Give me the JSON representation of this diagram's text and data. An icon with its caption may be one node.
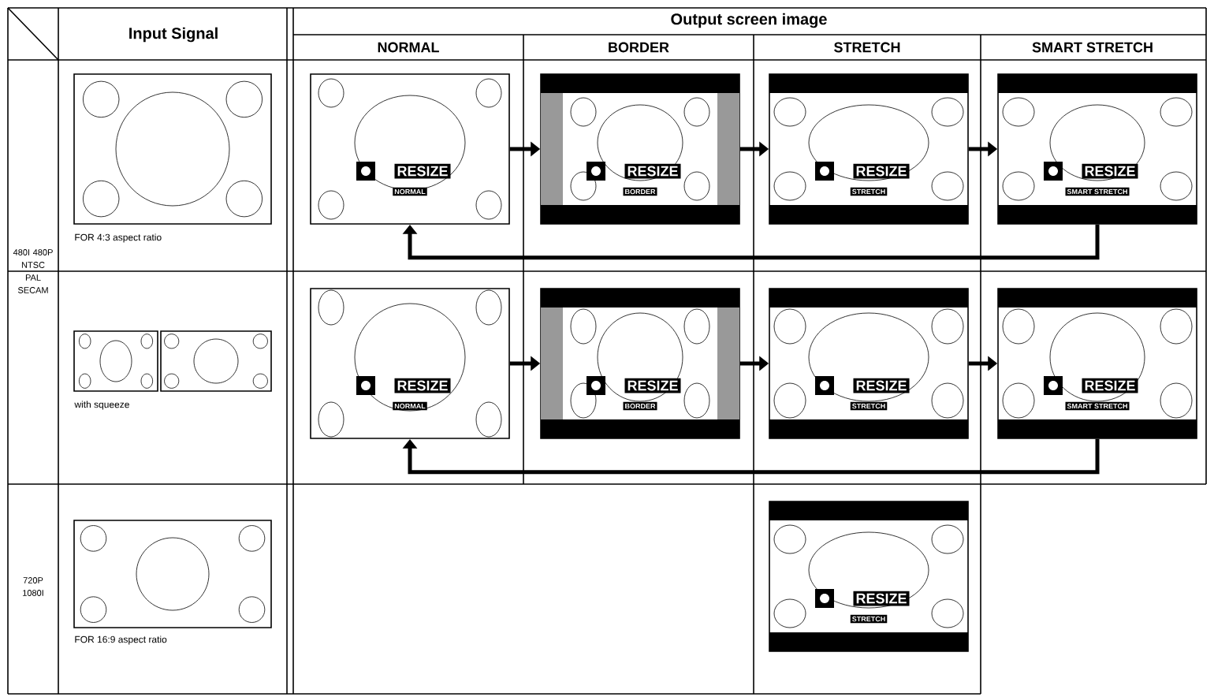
{
  "diagram": {
    "nodes": [
      {
        "text": [
          "RESIZE",
          "NORMAL"
        ]
      },
      {
        "text": [
          "RESIZE",
          "BORDER"
        ]
      },
      {
        "text": [
          "RESIZE",
          "STRETCH"
        ]
      },
      {
        "text": [
          "RESIZE",
          "SMART STRETCH"
        ]
      },
      {
        "text": [
          "RESIZE",
          "NORMAL"
        ]
      },
      {
        "text": [
          "RESIZE",
          "BORDER"
        ]
      },
      {
        "text": [
          "RESIZE",
          "STRETCH"
        ]
      },
      {
        "text": [
          "RESIZE",
          "SMART STRETCH"
        ]
      },
      {
        "text": [
          "RESIZE",
          "STRETCH"
        ]
      }
    ],
    "edges": [
      {
        "from": 0,
        "to": 1,
        "arrow": "to"
      },
      {
        "from": 1,
        "to": 2,
        "arrow": "to"
      },
      {
        "from": 2,
        "to": 3,
        "arrow": "to"
      },
      {
        "from": 3,
        "to": 0,
        "arrow": "to"
      },
      {
        "from": 4,
        "to": 5,
        "arrow": "to"
      },
      {
        "from": 5,
        "to": 6,
        "arrow": "to"
      },
      {
        "from": 6,
        "to": 7,
        "arrow": "to"
      },
      {
        "from": 7,
        "to": 4,
        "arrow": "to"
      }
    ],
    "labels": [
      "Input Signal",
      "Output screen image",
      "NORMAL",
      "BORDER",
      "STRETCH",
      "SMART STRETCH",
      "480I 480P NTSC PAL SECAM",
      "FOR 4:3 aspect ratio",
      "with squeeze",
      "720P 1080I",
      "FOR 16:9 aspect ratio"
    ]
  }
}
